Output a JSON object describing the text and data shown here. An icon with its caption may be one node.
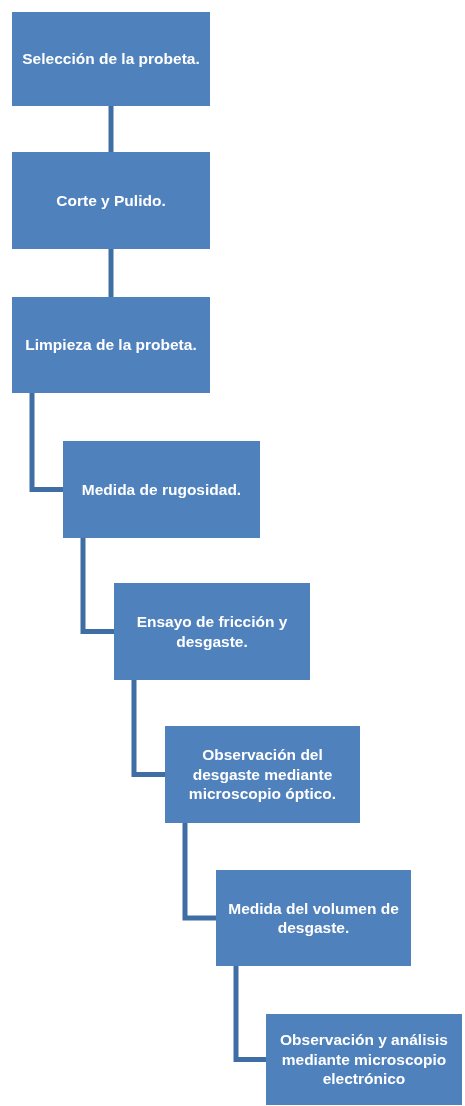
{
  "diagram": {
    "nodes": [
      {
        "text": [
          "Selección de la probeta."
        ]
      },
      {
        "text": [
          "Corte y Pulido."
        ]
      },
      {
        "text": [
          "Limpieza de la probeta."
        ]
      },
      {
        "text": [
          "Medida de rugosidad."
        ]
      },
      {
        "text": [
          "Ensayo de fricción y desgaste."
        ]
      },
      {
        "text": [
          "Observación del desgaste mediante microscopio óptico."
        ]
      },
      {
        "text": [
          "Medida del volumen de desgaste."
        ]
      },
      {
        "text": [
          "Observación y análisis mediante microscopio electrónico"
        ]
      }
    ],
    "edges": [
      {
        "from": 0,
        "to": 1,
        "arrow": "none"
      },
      {
        "from": 1,
        "to": 2,
        "arrow": "none"
      },
      {
        "from": 2,
        "to": 3,
        "arrow": "none"
      },
      {
        "from": 3,
        "to": 4,
        "arrow": "none"
      },
      {
        "from": 4,
        "to": 5,
        "arrow": "none"
      },
      {
        "from": 5,
        "to": 6,
        "arrow": "none"
      },
      {
        "from": 6,
        "to": 7,
        "arrow": "none"
      }
    ]
  }
}
